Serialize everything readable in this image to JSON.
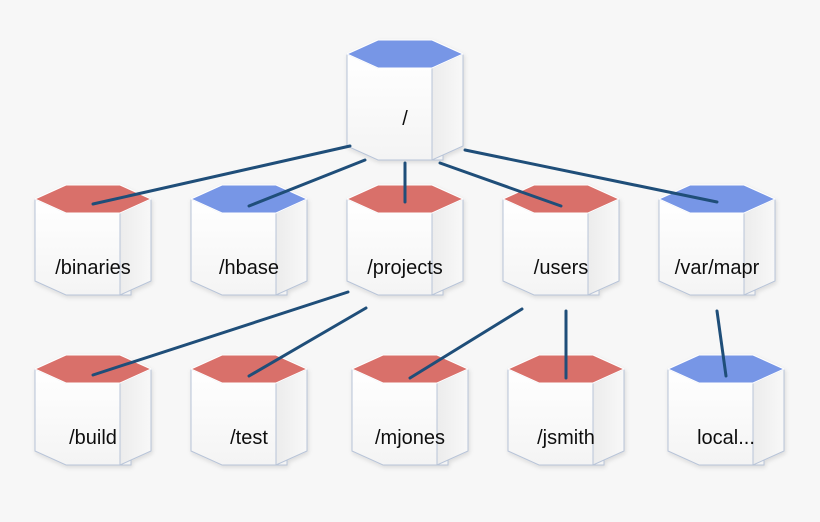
{
  "diagram": {
    "colors": {
      "background": "#f7f7f7",
      "red_top": "#d9706a",
      "blue_top": "#7796e6",
      "edge": "#1f4e79",
      "box_outline": "#b8c4d8"
    },
    "nodes": [
      {
        "id": "root",
        "label": "/",
        "top_color": "blue"
      },
      {
        "id": "binaries",
        "label": "/binaries",
        "top_color": "red"
      },
      {
        "id": "hbase",
        "label": "/hbase",
        "top_color": "blue"
      },
      {
        "id": "projects",
        "label": "/projects",
        "top_color": "red"
      },
      {
        "id": "users",
        "label": "/users",
        "top_color": "red"
      },
      {
        "id": "varmapr",
        "label": "/var/mapr",
        "top_color": "blue"
      },
      {
        "id": "build",
        "label": "/build",
        "top_color": "red"
      },
      {
        "id": "test",
        "label": "/test",
        "top_color": "red"
      },
      {
        "id": "mjones",
        "label": "/mjones",
        "top_color": "red"
      },
      {
        "id": "jsmith",
        "label": "/jsmith",
        "top_color": "red"
      },
      {
        "id": "local",
        "label": "local...",
        "top_color": "blue"
      }
    ],
    "edges": [
      {
        "from": "root",
        "to": "binaries"
      },
      {
        "from": "root",
        "to": "hbase"
      },
      {
        "from": "root",
        "to": "projects"
      },
      {
        "from": "root",
        "to": "users"
      },
      {
        "from": "root",
        "to": "varmapr"
      },
      {
        "from": "projects",
        "to": "build"
      },
      {
        "from": "projects",
        "to": "test"
      },
      {
        "from": "users",
        "to": "mjones"
      },
      {
        "from": "users",
        "to": "jsmith"
      },
      {
        "from": "varmapr",
        "to": "local"
      }
    ]
  }
}
